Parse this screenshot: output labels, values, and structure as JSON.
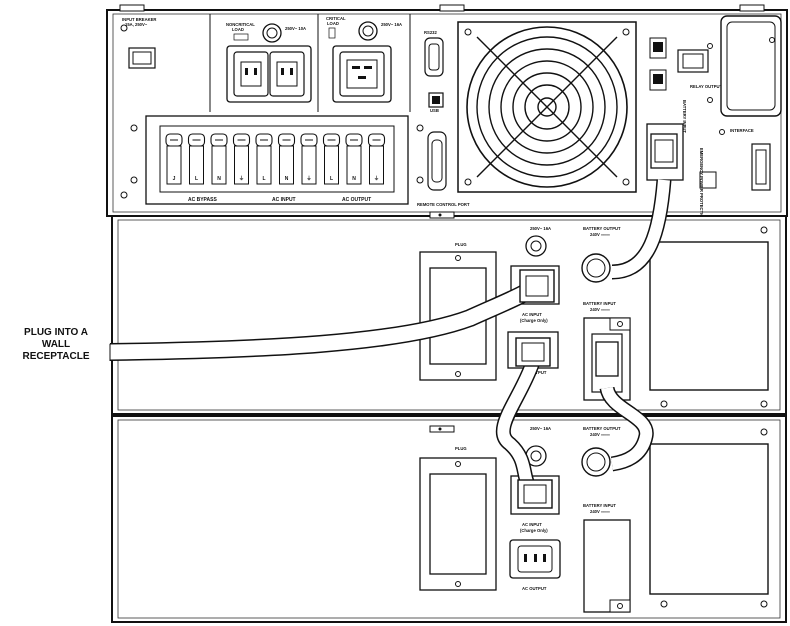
{
  "callout": {
    "line1": "PLUG INTO A",
    "line2": "WALL",
    "line3": "RECEPTACLE"
  },
  "top_unit": {
    "input_breaker": "INPUT BREAKER",
    "input_breaker_sub": "15A, 250V~",
    "noncritical_label": "NONCRITICAL",
    "noncritical_sub": "LOAD",
    "noncritical_rating": "250V~ 10A",
    "critical_label": "CRITICAL",
    "critical_sub": "LOAD",
    "critical_rating": "250V~ 16A",
    "port_rs232": "RS232",
    "port_usb": "USB",
    "remote_control_port": "REMOTE CONTROL PORT",
    "relay_output": "RELAY OUTPUT",
    "interface": "INTERFACE",
    "battery_input": "BATTERY INPUT",
    "emergency_protection": "EMERGENCY POWER PROTECTION",
    "terminal_ac_bypass": "AC BYPASS",
    "terminal_ac_input": "AC INPUT",
    "terminal_ac_output": "AC OUTPUT",
    "terminal_letters": [
      "J",
      "L",
      "N",
      "⏚",
      "L",
      "N",
      "⏚",
      "L",
      "N",
      "⏚"
    ]
  },
  "middle_unit": {
    "plug_label": "PLUG",
    "breaker_rating": "250V~ 16A",
    "ac_input": "AC INPUT",
    "ac_input_sub": "(Charge Only)",
    "ac_output": "AC OUTPUT",
    "battery_output": "BATTERY OUTPUT",
    "battery_output_sub": "240V ═══",
    "battery_input": "BATTERY INPUT",
    "battery_input_sub": "240V ═══"
  },
  "bottom_unit": {
    "plug_label": "PLUG",
    "breaker_rating": "250V~ 16A",
    "ac_input": "AC INPUT",
    "ac_input_sub": "(Charge Only)",
    "ac_output": "AC OUTPUT",
    "battery_output": "BATTERY OUTPUT",
    "battery_output_sub": "240V ═══",
    "battery_input": "BATTERY INPUT",
    "battery_input_sub": "240V ═══"
  }
}
